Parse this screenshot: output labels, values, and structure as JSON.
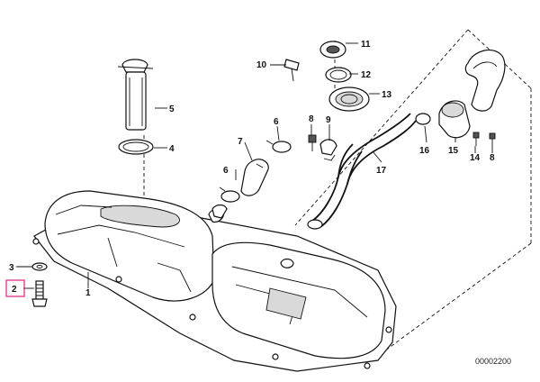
{
  "diagram": {
    "highlight_color": "#e0217a",
    "document_number": "00002200",
    "callouts": {
      "c1": "1",
      "c2": "2",
      "c3": "3",
      "c4": "4",
      "c5": "5",
      "c6a": "6",
      "c6b": "6",
      "c7": "7",
      "c8a": "8",
      "c8b": "8",
      "c9": "9",
      "c10": "10",
      "c11": "11",
      "c12": "12",
      "c13": "13",
      "c14": "14",
      "c15": "15",
      "c16": "16",
      "c17": "17"
    },
    "highlighted_callout": "2"
  }
}
